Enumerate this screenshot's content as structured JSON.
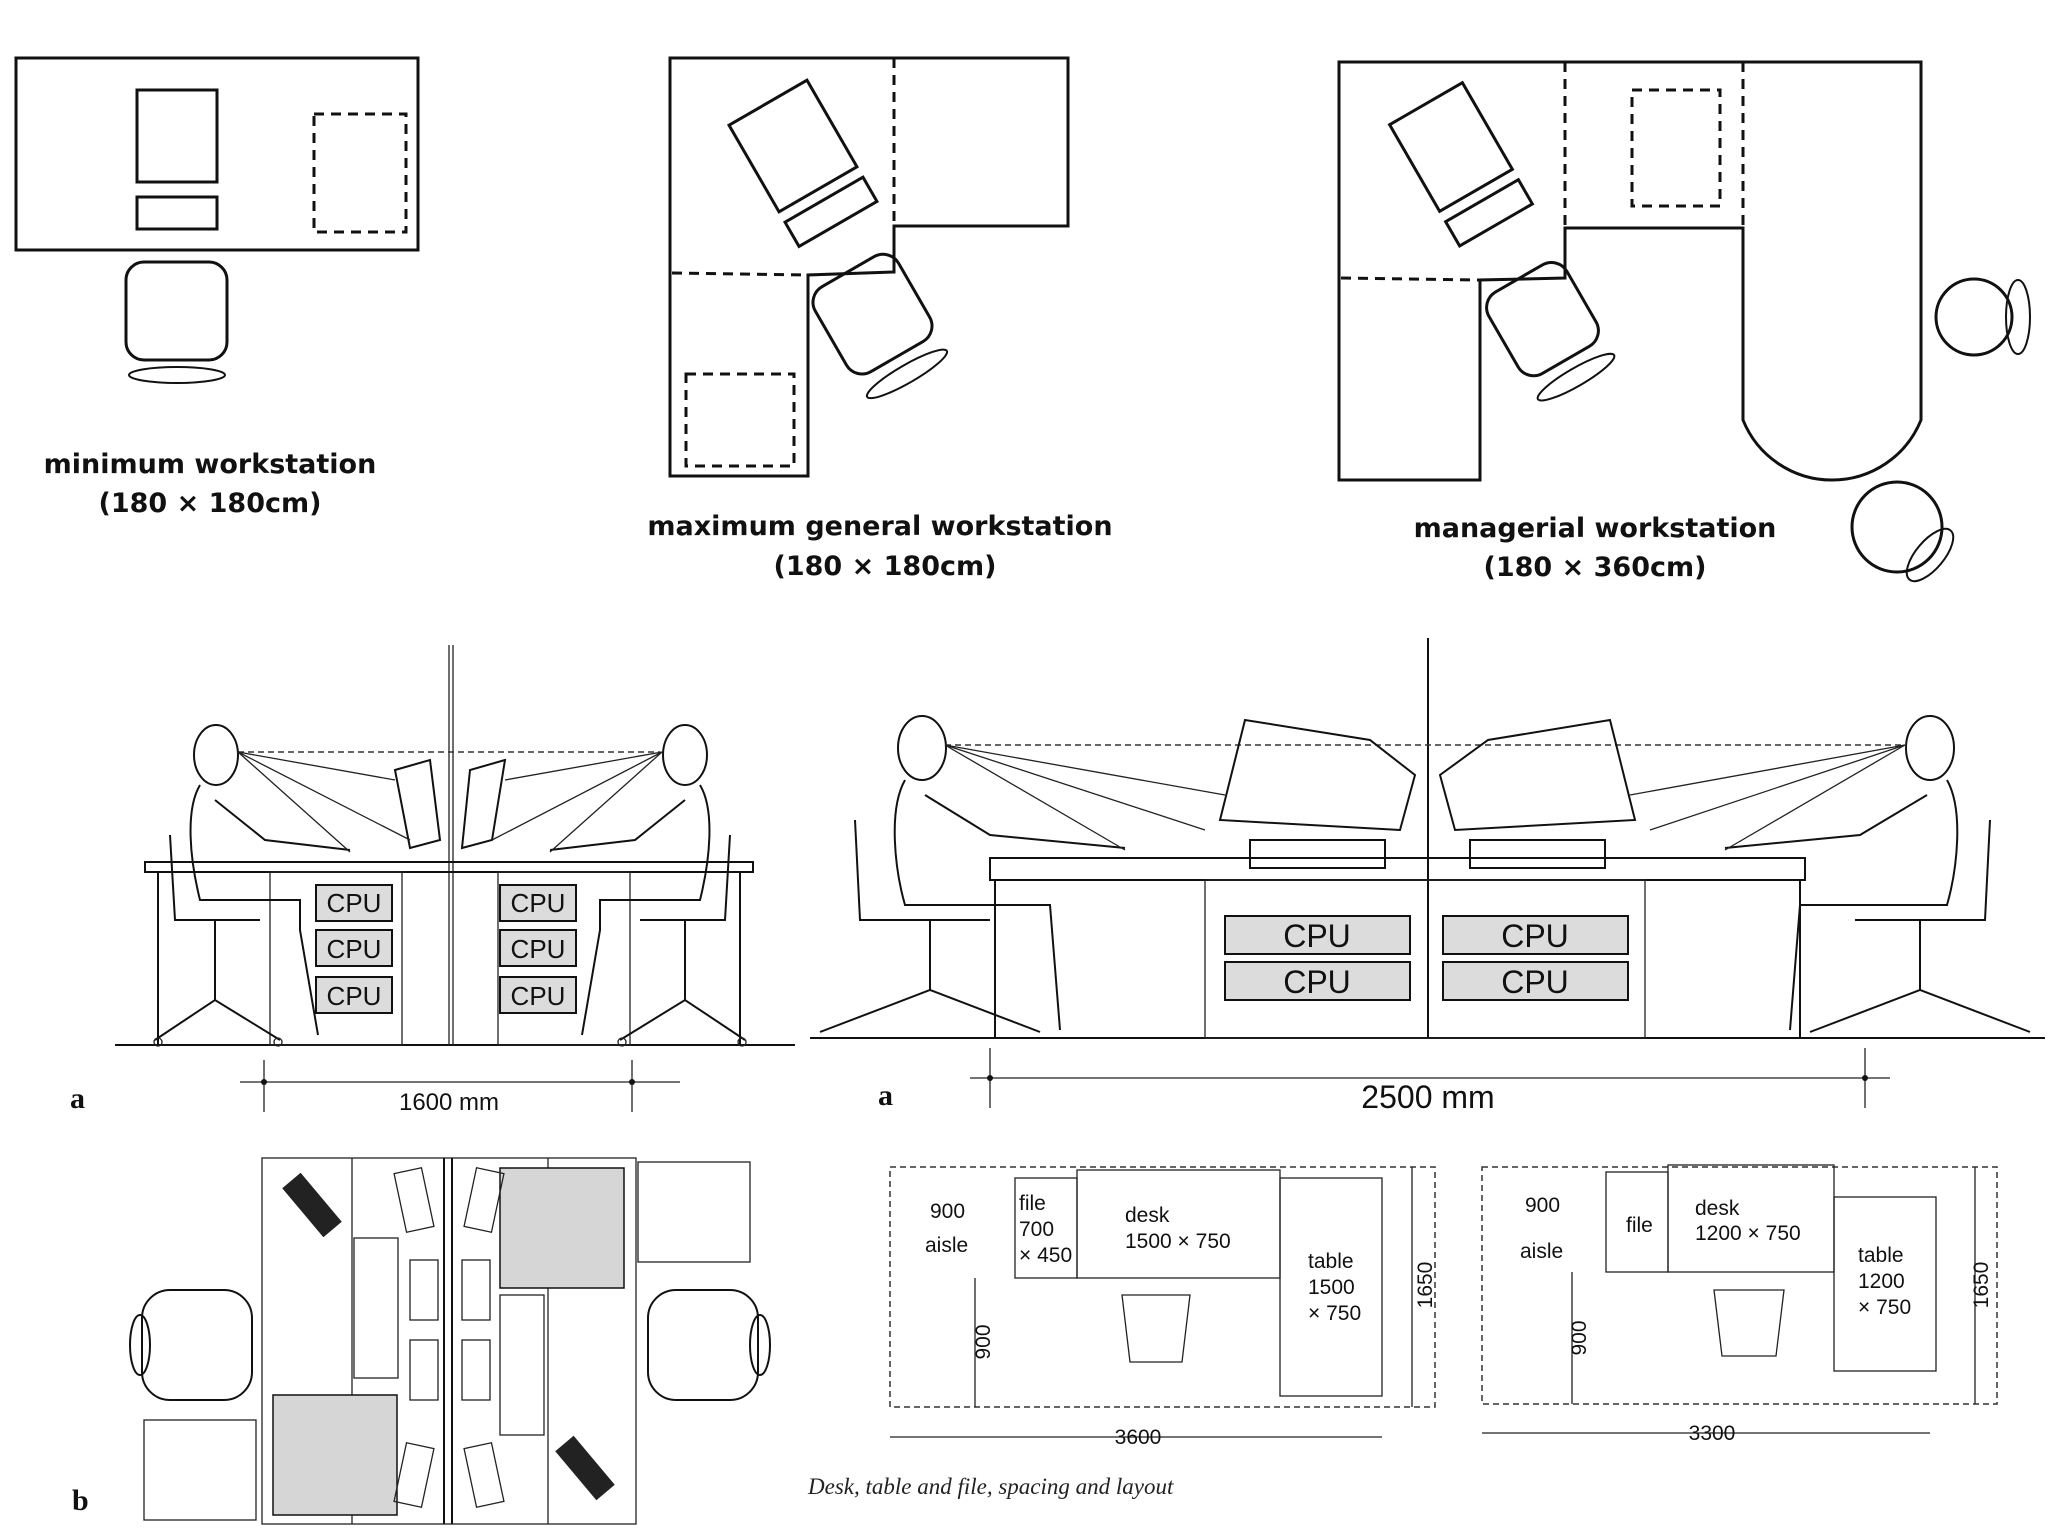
{
  "plans": {
    "minimum": {
      "title": "minimum workstation",
      "size": "(180 × 180cm)"
    },
    "maximum": {
      "title": "maximum general workstation",
      "size": "(180 × 180cm)"
    },
    "managerial": {
      "title": "managerial workstation",
      "size": "(180 × 360cm)"
    }
  },
  "elevation_left": {
    "figure": "a",
    "cpu_label": "CPU",
    "dimension": "1600 mm"
  },
  "elevation_right": {
    "figure": "a",
    "cpu_label": "CPU",
    "dimension": "2500 mm"
  },
  "plan_b": {
    "figure": "b"
  },
  "layout_left": {
    "aisle_width": "900",
    "aisle_label": "aisle",
    "file_label": "file\n700\n× 450",
    "desk_label": "desk\n1500 × 750",
    "table_label": "table\n1500\n× 750",
    "depth": "1650",
    "clearance": "900",
    "width": "3600"
  },
  "layout_right": {
    "aisle_width": "900",
    "aisle_label": "aisle",
    "file_label": "file",
    "desk_label": "desk\n1200 × 750",
    "table_label": "table\n1200\n× 750",
    "depth": "1650",
    "clearance": "900",
    "width": "3300"
  },
  "caption": "Desk, table and file, spacing and layout"
}
